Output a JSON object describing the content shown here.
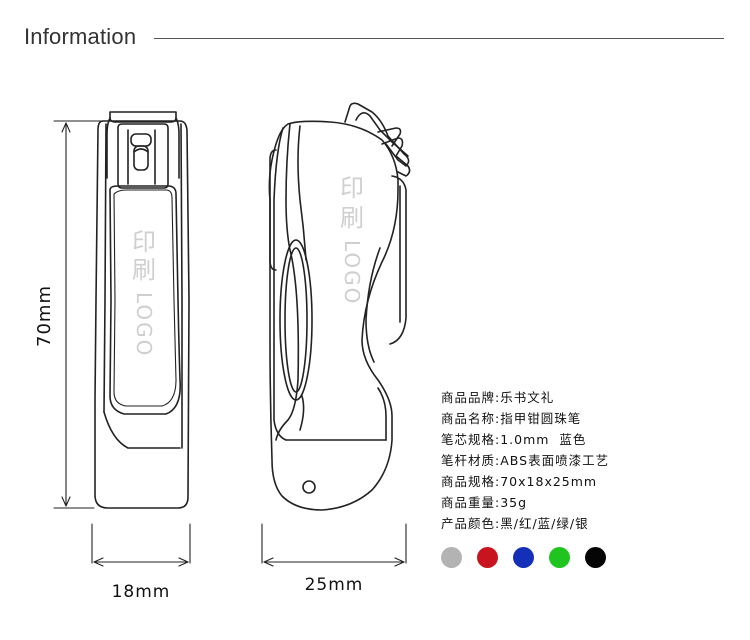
{
  "header": {
    "title": "Information"
  },
  "product": {
    "front_logo_chars": [
      "印",
      "刷"
    ],
    "front_logo_word": "LOGO",
    "side_logo_chars": [
      "印",
      "刷"
    ],
    "side_logo_word": "LOGO"
  },
  "dimensions": {
    "height_label": "70mm",
    "front_width_label": "18mm",
    "side_width_label": "25mm"
  },
  "specs": [
    {
      "label": "商品品牌",
      "value": "乐书文礼"
    },
    {
      "label": "商品名称",
      "value": "指甲钳圆珠笔"
    },
    {
      "label": "笔芯规格",
      "value": "1.0mm  蓝色"
    },
    {
      "label": "笔杆材质",
      "value": "ABS表面喷漆工艺"
    },
    {
      "label": "商品规格",
      "value": "70x18x25mm"
    },
    {
      "label": "商品重量",
      "value": "35g"
    },
    {
      "label": "产品颜色",
      "value": "黑/红/蓝/绿/银"
    }
  ],
  "swatches": [
    {
      "name": "silver",
      "color": "#b3b3b3"
    },
    {
      "name": "red",
      "color": "#c8141e"
    },
    {
      "name": "blue",
      "color": "#1530b8"
    },
    {
      "name": "green",
      "color": "#1fc41f"
    },
    {
      "name": "black",
      "color": "#050505"
    }
  ]
}
